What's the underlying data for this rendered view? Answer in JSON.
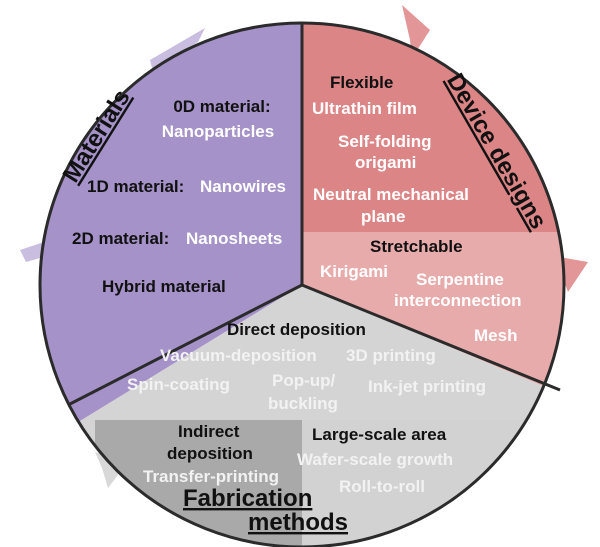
{
  "colors": {
    "materials": "#a592c9",
    "flexible": "#dc8587",
    "stretchable": "#e8abac",
    "direct_deposition": "#d4d4d4",
    "indirect_deposition": "#a9a9a9",
    "large_scale": "#d2d2d2",
    "materials_arrow": "#c9bde0",
    "device_arrow": "#e39697",
    "fabrication_arrow": "#d8d8d8"
  },
  "materials": {
    "title": "Materials",
    "items": {
      "zero_d_label": "0D material:",
      "zero_d_value": "Nanoparticles",
      "one_d_label": "1D material:",
      "one_d_value": "Nanowires",
      "two_d_label": "2D material:",
      "two_d_value": "Nanosheets",
      "hybrid": "Hybrid material"
    }
  },
  "device_designs": {
    "title": "Device designs",
    "flexible": {
      "heading": "Flexible",
      "items": [
        "Ultrathin film",
        "Self-folding",
        "origami",
        "Neutral mechanical",
        "plane"
      ]
    },
    "stretchable": {
      "heading": "Stretchable",
      "items": [
        "Kirigami",
        "Serpentine",
        "interconnection",
        "Mesh"
      ]
    }
  },
  "fabrication_methods": {
    "title_line1": "Fabrication",
    "title_line2": "methods",
    "direct": {
      "heading": "Direct deposition",
      "items": [
        "Vacuum-deposition",
        "3D printing",
        "Spin-coating",
        "Pop-up/",
        "buckling",
        "Ink-jet printing"
      ]
    },
    "indirect": {
      "heading_line1": "Indirect",
      "heading_line2": "deposition",
      "items": [
        "Transfer-printing"
      ]
    },
    "large_scale": {
      "heading": "Large-scale area",
      "items": [
        "Wafer-scale growth",
        "Roll-to-roll"
      ]
    }
  }
}
